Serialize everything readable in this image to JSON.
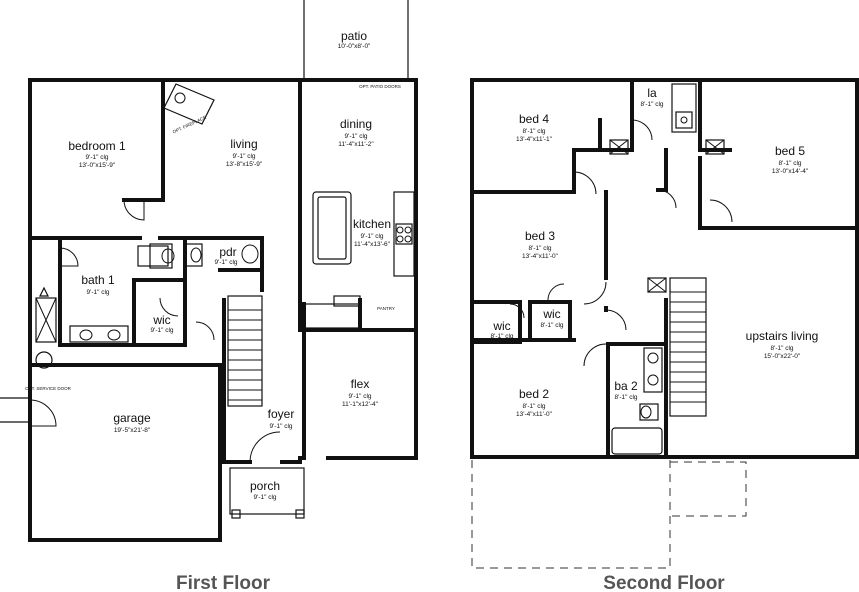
{
  "first_floor": {
    "title": "First Floor",
    "rooms": {
      "patio": {
        "name": "patio",
        "dims": "10'-0\"x8'-0\""
      },
      "patio_door": {
        "name": "OPT. PATIO DOORS"
      },
      "fireplace": {
        "name": "OPT. FIREPLACE"
      },
      "bedroom1": {
        "name": "bedroom 1",
        "ceiling": "9'-1\" clg",
        "dims": "13'-0\"x15'-9\""
      },
      "living": {
        "name": "living",
        "ceiling": "9'-1\" clg",
        "dims": "13'-8\"x15'-9\""
      },
      "dining": {
        "name": "dining",
        "ceiling": "9'-1\" clg",
        "dims": "11'-4\"x11'-2\""
      },
      "kitchen": {
        "name": "kitchen",
        "ceiling": "9'-1\" clg",
        "dims": "11'-4\"x13'-6\""
      },
      "pantry": {
        "name": "PANTRY"
      },
      "bath1": {
        "name": "bath 1",
        "ceiling": "9'-1\" clg"
      },
      "wic": {
        "name": "wic",
        "ceiling": "9'-1\" clg"
      },
      "pdr": {
        "name": "pdr",
        "ceiling": "9'-1\" clg"
      },
      "garage": {
        "name": "garage",
        "dims": "19'-5\"x21'-8\""
      },
      "service_door": {
        "name": "OPT. SERVICE DOOR"
      },
      "foyer": {
        "name": "foyer",
        "ceiling": "9'-1\" clg"
      },
      "flex": {
        "name": "flex",
        "ceiling": "9'-1\" clg",
        "dims": "11'-1\"x12'-4\""
      },
      "porch": {
        "name": "porch",
        "ceiling": "9'-1\" clg"
      }
    }
  },
  "second_floor": {
    "title": "Second Floor",
    "rooms": {
      "bed4": {
        "name": "bed 4",
        "ceiling": "8'-1\" clg",
        "dims": "13'-4\"x11'-1\""
      },
      "la": {
        "name": "la",
        "ceiling": "8'-1\" clg"
      },
      "bed5": {
        "name": "bed 5",
        "ceiling": "8'-1\" clg",
        "dims": "13'-0\"x14'-4\""
      },
      "bed3": {
        "name": "bed 3",
        "ceiling": "8'-1\" clg",
        "dims": "13'-4\"x11'-0\""
      },
      "wic_a": {
        "name": "wic",
        "ceiling": "8'-1\" clg"
      },
      "wic_b": {
        "name": "wic",
        "ceiling": "8'-1\" clg"
      },
      "upstairs_living": {
        "name": "upstairs living",
        "ceiling": "8'-1\" clg",
        "dims": "15'-0\"x22'-0\""
      },
      "bed2": {
        "name": "bed 2",
        "ceiling": "8'-1\" clg",
        "dims": "13'-4\"x11'-0\""
      },
      "ba2": {
        "name": "ba 2",
        "ceiling": "8'-1\" clg"
      }
    }
  }
}
